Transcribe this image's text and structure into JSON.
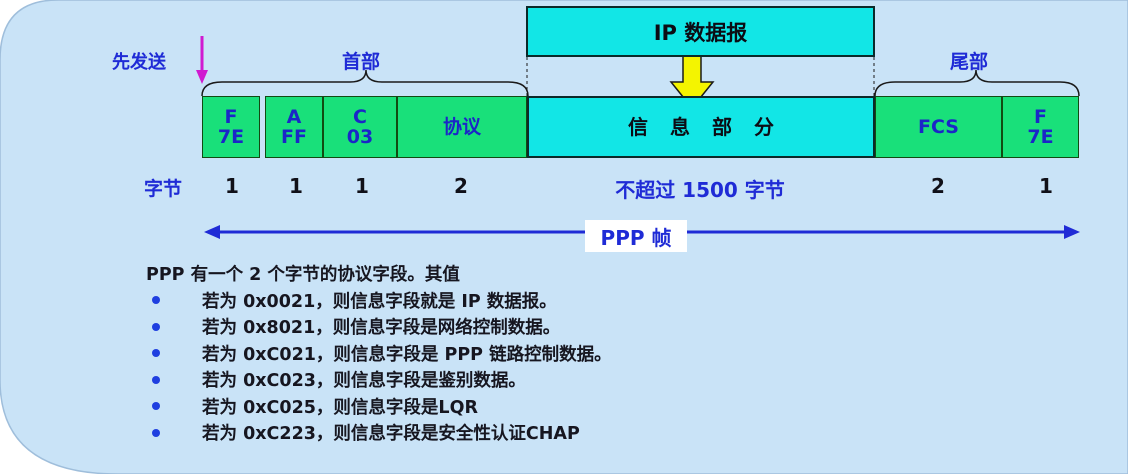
{
  "colors": {
    "panel": "#c9e3f7",
    "field_green": "#19e07a",
    "info_cyan": "#12e6e6",
    "label_blue": "#1f2bd6",
    "arrow_magenta": "#d01ad0",
    "arrow_yellow": "#f4f400"
  },
  "labels": {
    "send_first": "先发送",
    "header": "首部",
    "trailer": "尾部",
    "ip_datagram": "IP 数据报",
    "bytes": "字节",
    "ppp_frame": "PPP 帧"
  },
  "fields": [
    {
      "line1": "F",
      "line2": "7E",
      "bytes": "1"
    },
    {
      "line1": "A",
      "line2": "FF",
      "bytes": "1"
    },
    {
      "line1": "C",
      "line2": "03",
      "bytes": "1"
    },
    {
      "line1": "协议",
      "line2": "",
      "bytes": "2"
    },
    {
      "line1": "信息部分",
      "line2": "",
      "bytes": "不超过 1500 字节"
    },
    {
      "line1": "FCS",
      "line2": "",
      "bytes": "2"
    },
    {
      "line1": "F",
      "line2": "7E",
      "bytes": "1"
    }
  ],
  "description": {
    "intro": "PPP 有一个 2 个字节的协议字段。其值",
    "items": [
      "若为 0x0021，则信息字段就是 IP 数据报。",
      "若为 0x8021，则信息字段是网络控制数据。",
      "若为 0xC021，则信息字段是 PPP 链路控制数据。",
      "若为 0xC023，则信息字段是鉴别数据。",
      "若为 0xC025，则信息字段是LQR",
      "若为 0xC223，则信息字段是安全性认证CHAP"
    ]
  }
}
